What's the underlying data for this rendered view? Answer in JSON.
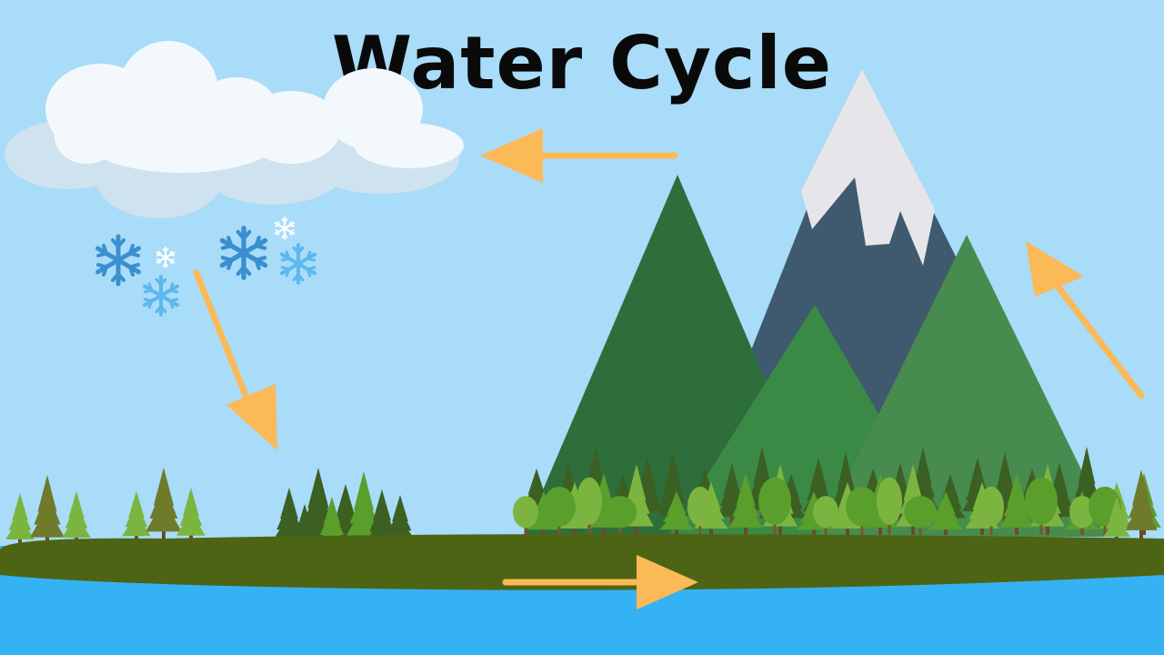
{
  "title": "Water Cycle",
  "colors": {
    "sky": "#a8dcf8",
    "cloud": "#f3f8fc",
    "cloud_shadow": "#cfe2ef",
    "snowflake_dark": "#3a8fd0",
    "snowflake_light": "#5cb8ee",
    "snowflake_white": "#ffffff",
    "arrow": "#fcb957",
    "mountain_dark_green": "#2e6e3a",
    "mountain_rock": "#3f5a6e",
    "mountain_snow": "#e6e6ea",
    "mountain_mid_green": "#3a8a46",
    "mountain_light_green": "#478c4e",
    "ground": "#4d6414",
    "water": "#35b2f4",
    "tree_light": "#7bb540",
    "tree_mid": "#5a9e2c",
    "tree_dark": "#3c5f22",
    "tree_olive": "#6f7a2a"
  },
  "arrows": [
    {
      "name": "evaporation-arrow",
      "direction": "up-left"
    },
    {
      "name": "condensation-arrow",
      "direction": "left"
    },
    {
      "name": "precipitation-arrow",
      "direction": "down-right"
    },
    {
      "name": "runoff-arrow",
      "direction": "right"
    }
  ],
  "icons": [
    "cloud-icon",
    "snowflake-icon",
    "mountain-icon",
    "tree-icon",
    "ground-icon",
    "water-icon"
  ]
}
